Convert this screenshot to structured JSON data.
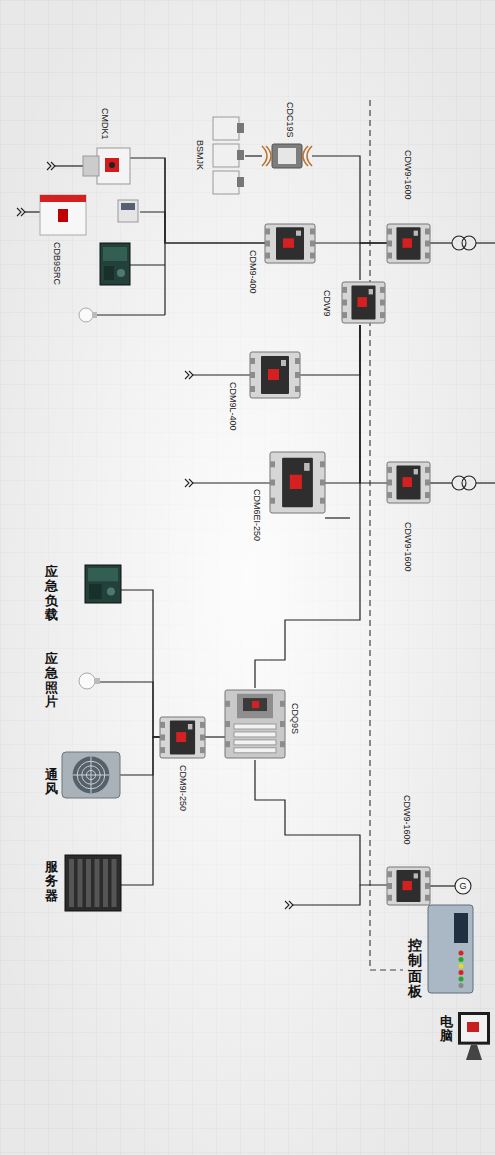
{
  "diagram": {
    "nodes": [
      {
        "text": [
          "CMDK1"
        ]
      },
      {
        "text": [
          "CDC19S"
        ]
      },
      {
        "text": [
          "BSMJK"
        ]
      },
      {
        "text": [
          "CDW9-1600"
        ]
      },
      {
        "text": [
          "CDB9SRC"
        ]
      },
      {
        "text": [
          "CDM9-400"
        ]
      },
      {
        "text": [
          "CDW9"
        ]
      },
      {
        "text": [
          "CDM9L-400"
        ]
      },
      {
        "text": [
          "CDM6EI-250"
        ]
      },
      {
        "text": [
          "CDW9-1600"
        ]
      },
      {
        "text": [
          "CDQ9S"
        ]
      },
      {
        "text": [
          "CDM9I-250"
        ]
      },
      {
        "text": [
          "CDW9-1600"
        ]
      },
      {
        "text": [
          "应急负载"
        ]
      },
      {
        "text": [
          "应急照片"
        ]
      },
      {
        "text": [
          "通风"
        ]
      },
      {
        "text": [
          "服务器"
        ]
      },
      {
        "text": [
          "控制面板"
        ]
      },
      {
        "text": [
          "电脑"
        ]
      }
    ],
    "edges": [
      {
        "from": 1,
        "to": 2,
        "arrow": "none"
      },
      {
        "from": 1,
        "to": 3,
        "arrow": "none"
      },
      {
        "from": 5,
        "to": 3,
        "arrow": "none"
      },
      {
        "from": 5,
        "to": 0,
        "arrow": "none"
      },
      {
        "from": 5,
        "to": 4,
        "arrow": "none"
      },
      {
        "from": 3,
        "to": 6,
        "arrow": "none"
      },
      {
        "from": 6,
        "to": 7,
        "arrow": "none"
      },
      {
        "from": 6,
        "to": 8,
        "arrow": "none"
      },
      {
        "from": 6,
        "to": 9,
        "arrow": "none"
      },
      {
        "from": 6,
        "to": 10,
        "arrow": "none"
      },
      {
        "from": 10,
        "to": 11,
        "arrow": "none"
      },
      {
        "from": 10,
        "to": 12,
        "arrow": "none"
      },
      {
        "from": 11,
        "to": 13,
        "arrow": "none"
      },
      {
        "from": 11,
        "to": 14,
        "arrow": "none"
      },
      {
        "from": 11,
        "to": 15,
        "arrow": "none"
      },
      {
        "from": 11,
        "to": 16,
        "arrow": "none"
      }
    ],
    "labels": [
      "G"
    ]
  }
}
